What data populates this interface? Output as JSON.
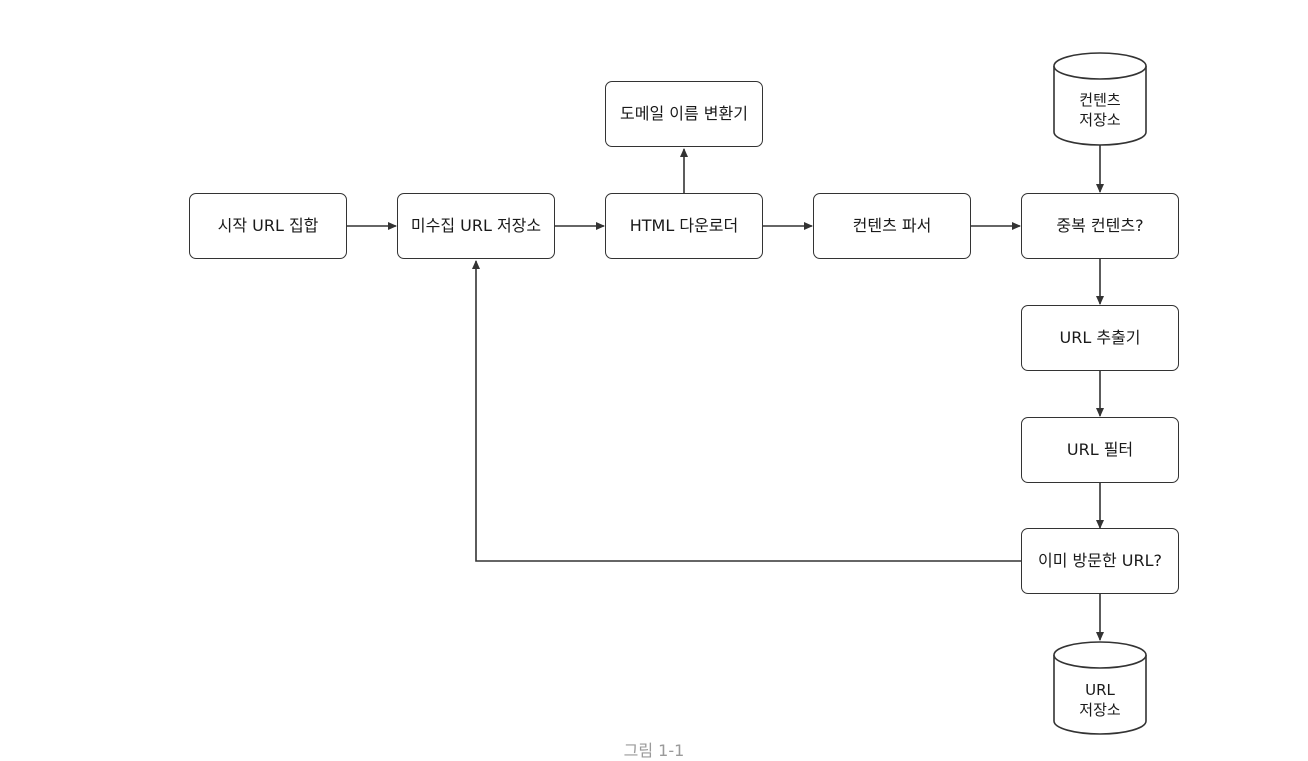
{
  "diagram": {
    "nodes": {
      "seed_urls": "시작 URL 집합",
      "frontier": "미수집 URL 저장소",
      "html_downloader": "HTML 다운로더",
      "dns_resolver": "도메일 이름 변환기",
      "content_parser": "컨텐츠 파서",
      "content_seen": "중복 컨텐츠?",
      "url_extractor": "URL 추출기",
      "url_filter": "URL 필터",
      "url_seen": "이미 방문한 URL?"
    },
    "storage": {
      "content_storage": "컨텐츠\n저장소",
      "url_storage": "URL\n저장소"
    },
    "caption": "그림 1-1"
  }
}
